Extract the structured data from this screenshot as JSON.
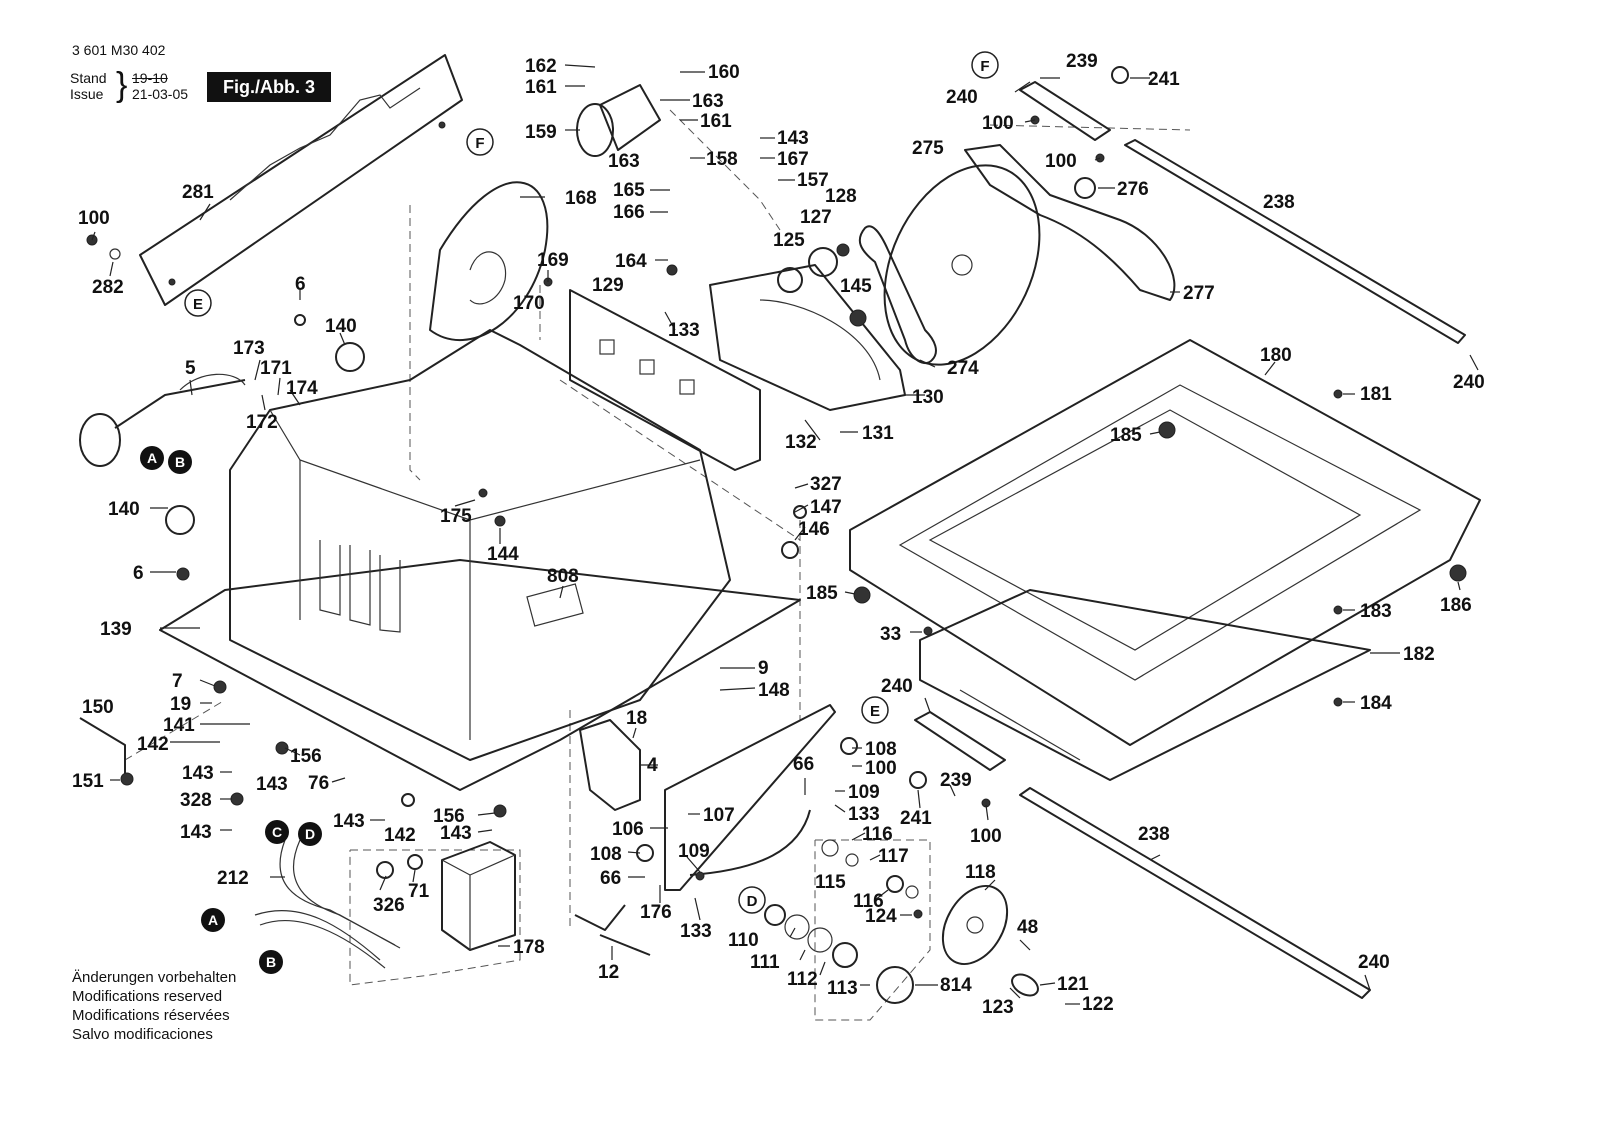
{
  "header": {
    "doc_number": "3 601 M30 402",
    "stand_label": "Stand",
    "issue_label": "Issue",
    "stand_date_old": "19-10",
    "issue_date": "21-03-05",
    "figure_label": "Fig./Abb. 3"
  },
  "notice": [
    "Änderungen vorbehalten",
    "Modifications reserved",
    "Modifications réservées",
    "Salvo modificaciones"
  ],
  "callouts": {
    "outline": [
      "F",
      "E",
      "D",
      "F",
      "E"
    ],
    "filled": [
      "A",
      "B",
      "C",
      "D",
      "A",
      "B"
    ]
  },
  "part_numbers": [
    "162",
    "161",
    "160",
    "163",
    "161",
    "159",
    "143",
    "163",
    "158",
    "167",
    "165",
    "157",
    "166",
    "168",
    "128",
    "127",
    "125",
    "164",
    "169",
    "170",
    "129",
    "133",
    "145",
    "130",
    "274",
    "132",
    "131",
    "275",
    "239",
    "241",
    "240",
    "100",
    "100",
    "276",
    "238",
    "277",
    "240",
    "180",
    "181",
    "185",
    "281",
    "100",
    "282",
    "6",
    "140",
    "173",
    "171",
    "174",
    "172",
    "5",
    "140",
    "175",
    "144",
    "327",
    "147",
    "146",
    "808",
    "185",
    "6",
    "139",
    "186",
    "183",
    "182",
    "33",
    "184",
    "7",
    "19",
    "141",
    "142",
    "156",
    "143",
    "76",
    "150",
    "151",
    "143",
    "328",
    "143",
    "143",
    "142",
    "156",
    "143",
    "9",
    "148",
    "18",
    "4",
    "240",
    "108",
    "100",
    "109",
    "133",
    "107",
    "66",
    "106",
    "116",
    "117",
    "239",
    "241",
    "100",
    "238",
    "108",
    "109",
    "66",
    "176",
    "133",
    "115",
    "116",
    "124",
    "118",
    "48",
    "110",
    "111",
    "112",
    "113",
    "814",
    "121",
    "122",
    "123",
    "240",
    "212",
    "326",
    "71",
    "178",
    "12"
  ]
}
